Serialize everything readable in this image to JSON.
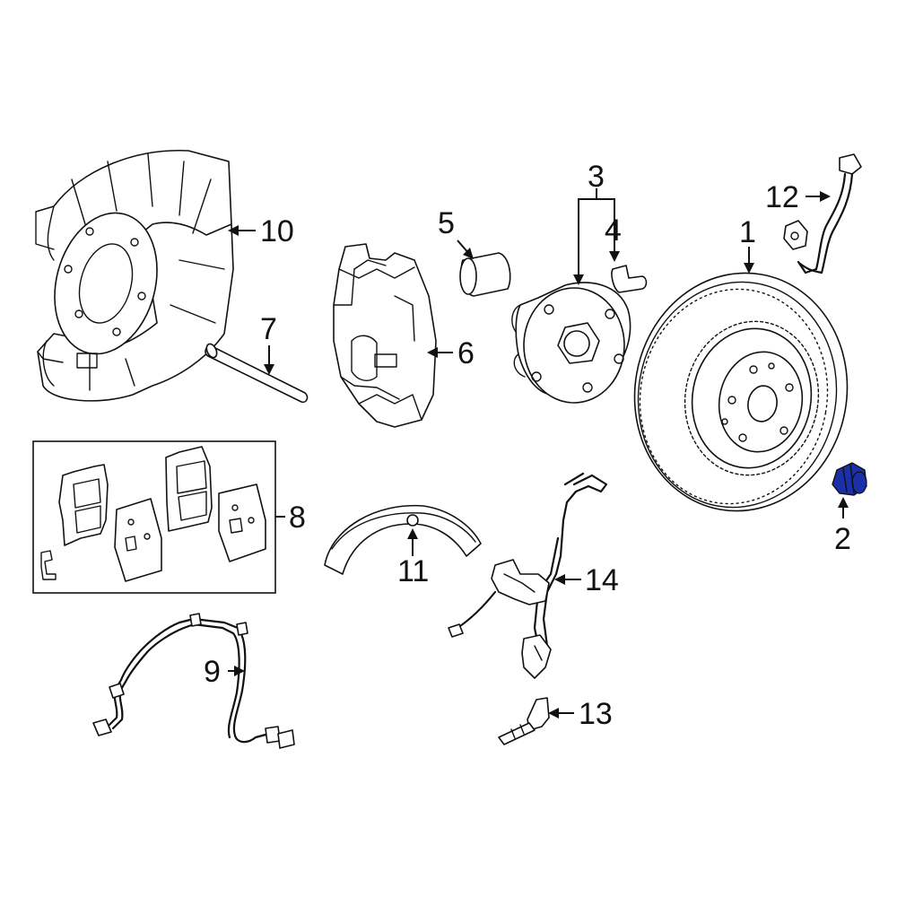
{
  "callouts": {
    "c1": "1",
    "c2": "2",
    "c3": "3",
    "c4": "4",
    "c5": "5",
    "c6": "6",
    "c7": "7",
    "c8": "8",
    "c9": "9",
    "c10": "10",
    "c11": "11",
    "c12": "12",
    "c13": "13",
    "c14": "14"
  },
  "highlight_color": "#1a2fa8"
}
